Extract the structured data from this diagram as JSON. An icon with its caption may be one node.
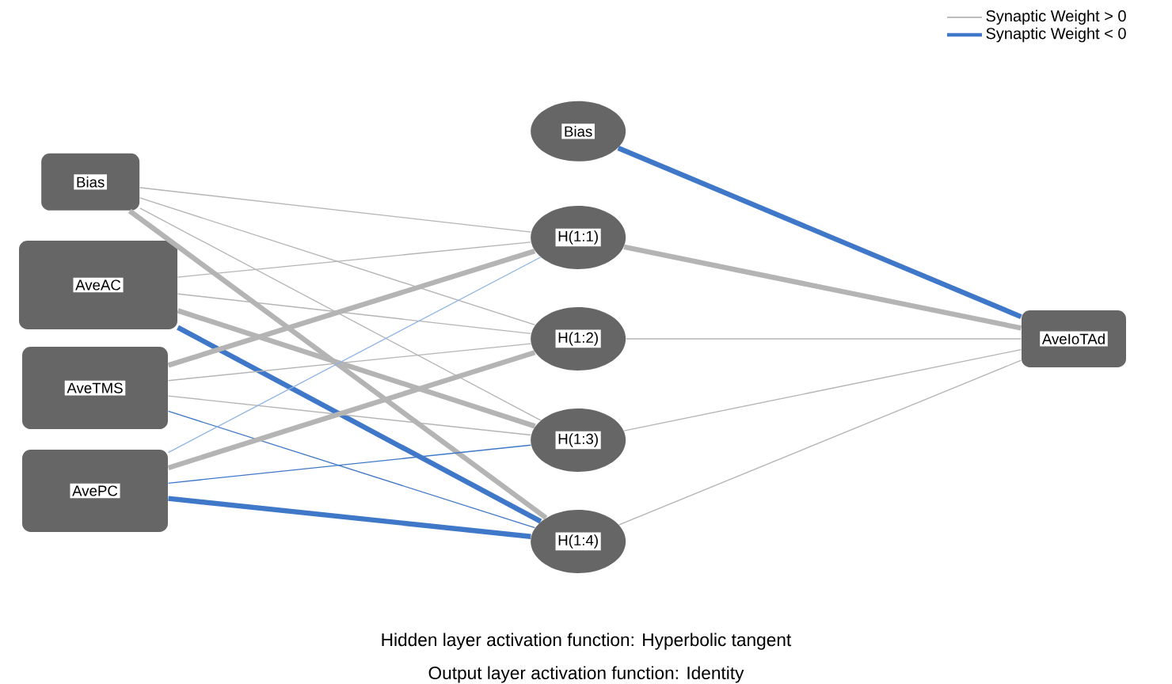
{
  "diagram": {
    "nodes": [
      {
        "text": [
          "Bias"
        ]
      },
      {
        "text": [
          "AveAC"
        ]
      },
      {
        "text": [
          "AveTMS"
        ]
      },
      {
        "text": [
          "AvePC"
        ]
      },
      {
        "text": [
          "Bias"
        ]
      },
      {
        "text": [
          "H(1:1)"
        ]
      },
      {
        "text": [
          "H(1:2)"
        ]
      },
      {
        "text": [
          "H(1:3)"
        ]
      },
      {
        "text": [
          "H(1:4)"
        ]
      },
      {
        "text": [
          "AveIoTAd"
        ]
      }
    ],
    "edges": [
      {
        "from": 0,
        "to": 5,
        "arrow": "none"
      },
      {
        "from": 0,
        "to": 6,
        "arrow": "none"
      },
      {
        "from": 0,
        "to": 7,
        "arrow": "none"
      },
      {
        "from": 0,
        "to": 8,
        "arrow": "none",
        "style": "thick"
      },
      {
        "from": 1,
        "to": 5,
        "arrow": "none"
      },
      {
        "from": 1,
        "to": 6,
        "arrow": "none"
      },
      {
        "from": 1,
        "to": 7,
        "arrow": "none",
        "style": "thick"
      },
      {
        "from": 1,
        "to": 8,
        "arrow": "none",
        "style": "thick",
        "color": "#3f78c8"
      },
      {
        "from": 2,
        "to": 5,
        "arrow": "none",
        "style": "thick"
      },
      {
        "from": 2,
        "to": 6,
        "arrow": "none"
      },
      {
        "from": 2,
        "to": 7,
        "arrow": "none"
      },
      {
        "from": 2,
        "to": 8,
        "arrow": "none",
        "color": "#3f78c8"
      },
      {
        "from": 3,
        "to": 5,
        "arrow": "none",
        "color": "#8fb4e4"
      },
      {
        "from": 3,
        "to": 6,
        "arrow": "none",
        "style": "thick"
      },
      {
        "from": 3,
        "to": 7,
        "arrow": "none",
        "color": "#3f78c8"
      },
      {
        "from": 3,
        "to": 8,
        "arrow": "none",
        "style": "thick",
        "color": "#3f78c8"
      },
      {
        "from": 4,
        "to": 9,
        "arrow": "none",
        "style": "thick",
        "color": "#3f78c8"
      },
      {
        "from": 5,
        "to": 9,
        "arrow": "none",
        "style": "thick"
      },
      {
        "from": 6,
        "to": 9,
        "arrow": "none"
      },
      {
        "from": 7,
        "to": 9,
        "arrow": "none"
      },
      {
        "from": 8,
        "to": 9,
        "arrow": "none"
      }
    ],
    "labels": [
      "Hidden layer activation function: Hyperbolic tangent",
      "Output layer activation function: Identity"
    ],
    "legend": [
      {
        "text": "Synaptic Weight > 0"
      },
      {
        "text": "Synaptic Weight < 0"
      }
    ]
  }
}
